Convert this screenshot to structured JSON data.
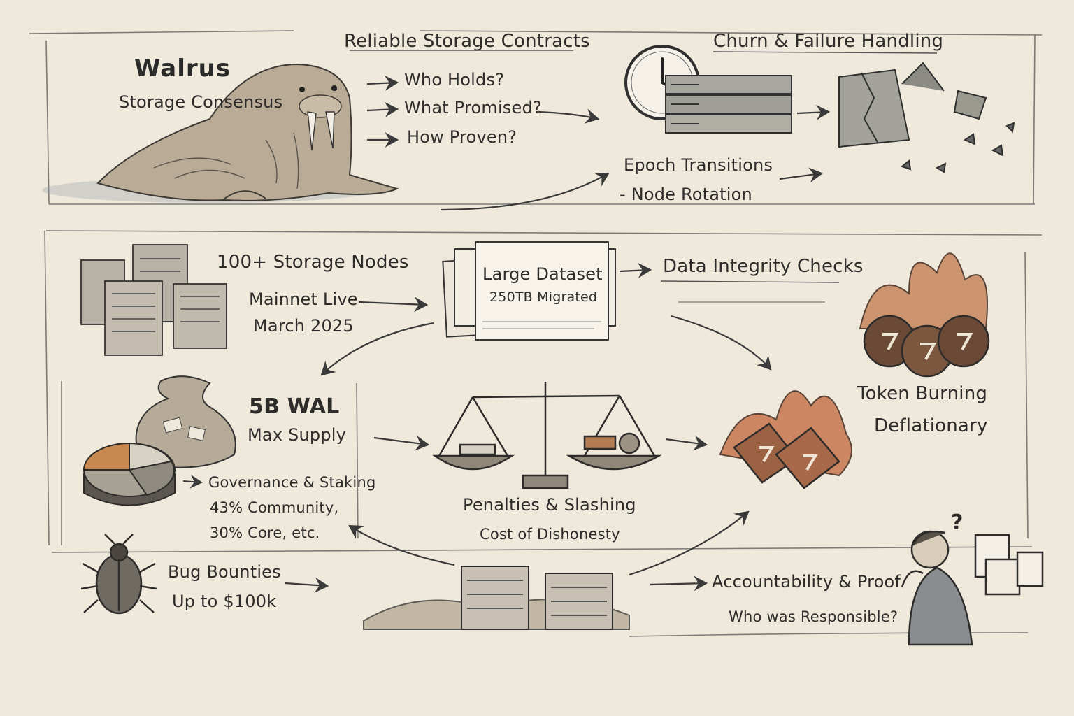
{
  "walrus": {
    "title": "Walrus",
    "subtitle": "Storage Consensus"
  },
  "contracts": {
    "title": "Reliable Storage Contracts",
    "questions": [
      "Who Holds?",
      "What Promised?",
      "How Proven?"
    ]
  },
  "churn": {
    "title": "Churn & Failure Handling"
  },
  "epoch": {
    "line1": "Epoch Transitions",
    "line2": "- Node Rotation"
  },
  "nodes": {
    "title": "100+ Storage Nodes",
    "mainnet1": "Mainnet Live",
    "mainnet2": "March 2025"
  },
  "dataset": {
    "title": "Large Dataset",
    "detail": "250TB Migrated"
  },
  "integrity": {
    "title": "Data Integrity Checks"
  },
  "burning": {
    "title": "Token Burning",
    "detail": "Deflationary"
  },
  "supply": {
    "title": "5B WAL",
    "detail": "Max Supply"
  },
  "governance": {
    "title": "Governance & Staking",
    "line1": "43% Community,",
    "line2": "30% Core, etc."
  },
  "penalties": {
    "title": "Penalties & Slashing",
    "detail": "Cost of Dishonesty"
  },
  "bounties": {
    "title": "Bug Bounties",
    "detail": "Up to $100k"
  },
  "accountability": {
    "title": "Accountability & Proof",
    "detail": "Who was Responsible?"
  },
  "colors": {
    "paper": "#efe9dc",
    "ink": "#2d2c2a",
    "copper": "#b06a45",
    "slate": "#7d8793"
  },
  "icons": [
    "walrus-icon",
    "clock-icon",
    "server-rack-icon",
    "broken-server-icon",
    "storage-node-stack-icon",
    "document-stack-icon",
    "burning-coins-icon",
    "money-bag-icon",
    "pie-chart-icon",
    "balance-scale-icon",
    "burning-token-icon",
    "beetle-bug-icon",
    "data-center-buildings-icon",
    "thinking-person-icon"
  ]
}
